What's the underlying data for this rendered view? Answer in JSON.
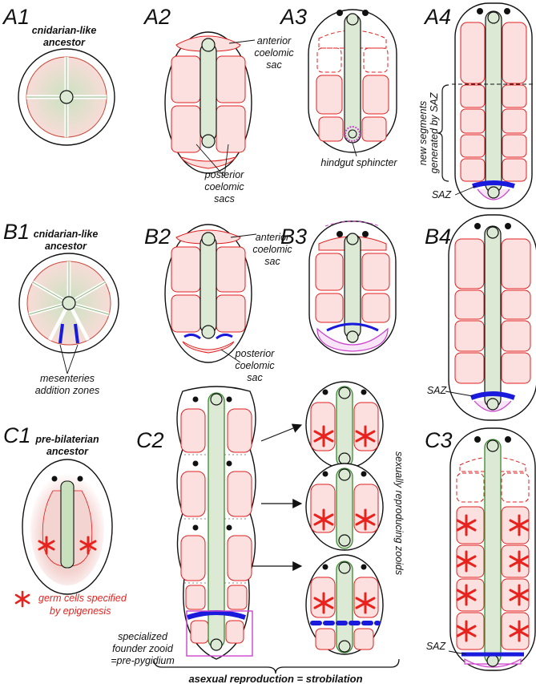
{
  "panels": {
    "A1": "A1",
    "A2": "A2",
    "A3": "A3",
    "A4": "A4",
    "B1": "B1",
    "B2": "B2",
    "B3": "B3",
    "B4": "B4",
    "C1": "C1",
    "C2": "C2",
    "C3": "C3"
  },
  "titles": {
    "a1_line1": "cnidarian-like",
    "a1_line2": "ancestor",
    "b1_line1": "cnidarian-like",
    "b1_line2": "ancestor",
    "c1_line1": "pre-bilaterian",
    "c1_line2": "ancestor"
  },
  "labels": {
    "anterior_coelomic_sac_1": "anterior",
    "anterior_coelomic_sac_2": "coelomic",
    "anterior_coelomic_sac_3": "sac",
    "posterior_coelomic_sacs_1": "posterior",
    "posterior_coelomic_sacs_2": "coelomic",
    "posterior_coelomic_sacs_3": "sacs",
    "hindgut_sphincter": "hindgut sphincter",
    "new_segments_1": "new segments",
    "new_segments_2": "generated by SAZ",
    "saz_a4": "SAZ",
    "b2_anterior_1": "anterior",
    "b2_anterior_2": "coelomic",
    "b2_anterior_3": "sac",
    "b2_posterior_1": "posterior",
    "b2_posterior_2": "coelomic",
    "b2_posterior_3": "sac",
    "mesenteries_1": "mesenteries",
    "mesenteries_2": "addition zones",
    "saz_b4": "SAZ",
    "germ_cells_1": "germ cells specified",
    "germ_cells_2": "by epigenesis",
    "sexually_reproducing": "sexually reproducing zooids",
    "founder_1": "specialized",
    "founder_2": "founder zooid",
    "founder_3": "=pre-pygidium",
    "asexual_reproduction": "asexual reproduction = strobilation",
    "saz_c3": "SAZ"
  },
  "colors": {
    "coelom_fill": "#fbe0df",
    "coelom_stroke": "#e01f1f",
    "gut_fill": "#dcead5",
    "gut_stroke": "#3a8a2e",
    "saz_blue": "#1a1adc",
    "pygidium_purple": "#cc44cc",
    "germ_red": "#e8231e",
    "outline": "#111111"
  },
  "icons": {
    "germ_cell": "asterisk-icon",
    "eye": "eye-dot-icon",
    "arrow": "arrow-right-icon"
  }
}
